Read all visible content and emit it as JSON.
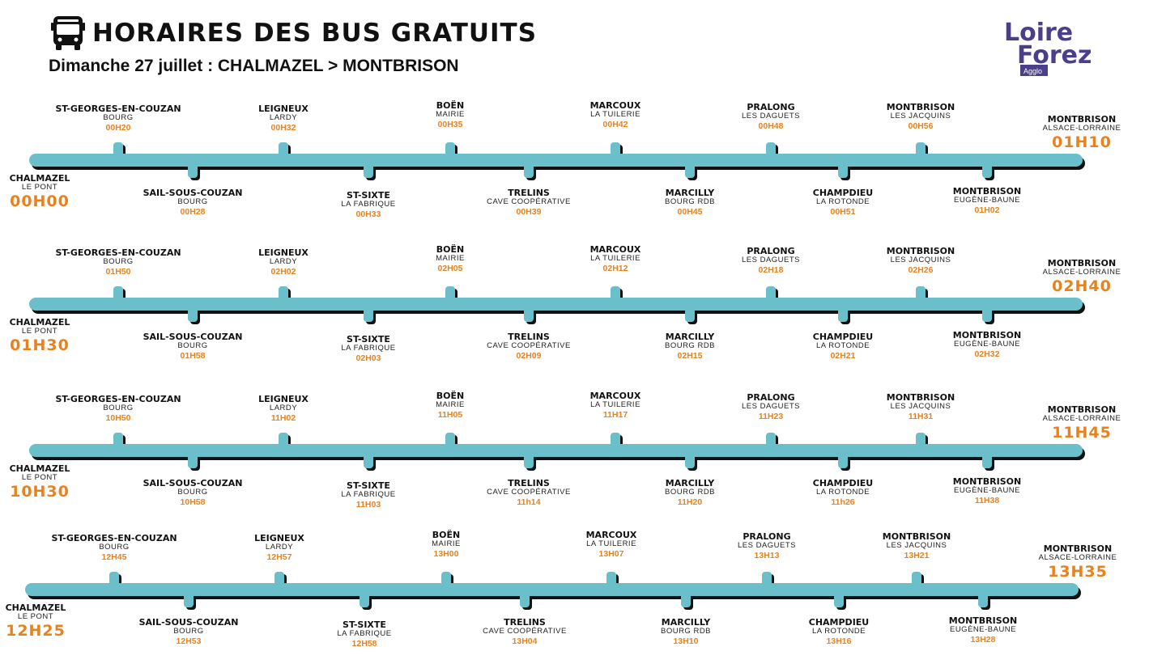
{
  "header": {
    "title": "HORAIRES DES BUS GRATUITS",
    "subtitle": "Dimanche 27 juillet : CHALMAZEL > MONTBRISON",
    "logo_line1": "Loire",
    "logo_line2": "Forez",
    "logo_badge": "Agglo"
  },
  "colors": {
    "line": "#6bbfca",
    "shadow": "#111111",
    "accent": "#e8821e",
    "logo": "#4b3f8c"
  },
  "rows": [
    {
      "start": {
        "name": "CHALMAZEL",
        "sub": "LE PONT",
        "time": "00H00"
      },
      "end": {
        "name": "MONTBRISON",
        "sub": "ALSACE-LORRAINE",
        "time": "01H10"
      },
      "top": [
        {
          "name": "ST-GEORGES-EN-COUZAN",
          "sub": "BOURG",
          "time": "00H20"
        },
        {
          "name": "LEIGNEUX",
          "sub": "LARDY",
          "time": "00H32"
        },
        {
          "name": "BOËN",
          "sub": "MAIRIE",
          "time": "00H35"
        },
        {
          "name": "MARCOUX",
          "sub": "LA TUILERIE",
          "time": "00H42"
        },
        {
          "name": "PRALONG",
          "sub": "LES DAGUETS",
          "time": "00H48"
        },
        {
          "name": "MONTBRISON",
          "sub": "LES JACQUINS",
          "time": "00H56"
        }
      ],
      "bottom": [
        {
          "name": "SAIL-SOUS-COUZAN",
          "sub": "BOURG",
          "time": "00H28"
        },
        {
          "name": "ST-SIXTE",
          "sub": "LA FABRIQUE",
          "time": "00H33"
        },
        {
          "name": "TRELINS",
          "sub": "CAVE COOPÉRATIVE",
          "time": "00H39"
        },
        {
          "name": "MARCILLY",
          "sub": "BOURG RDB",
          "time": "00H45"
        },
        {
          "name": "CHAMPDIEU",
          "sub": "LA ROTONDE",
          "time": "00H51"
        },
        {
          "name": "MONTBRISON",
          "sub": "EUGÈNE-BAUNE",
          "time": "01H02"
        }
      ]
    },
    {
      "start": {
        "name": "CHALMAZEL",
        "sub": "LE PONT",
        "time": "01H30"
      },
      "end": {
        "name": "MONTBRISON",
        "sub": "ALSACE-LORRAINE",
        "time": "02H40"
      },
      "top": [
        {
          "name": "ST-GEORGES-EN-COUZAN",
          "sub": "BOURG",
          "time": "01H50"
        },
        {
          "name": "LEIGNEUX",
          "sub": "LARDY",
          "time": "02H02"
        },
        {
          "name": "BOËN",
          "sub": "MAIRIE",
          "time": "02H05"
        },
        {
          "name": "MARCOUX",
          "sub": "LA TUILERIE",
          "time": "02H12"
        },
        {
          "name": "PRALONG",
          "sub": "LES DAGUETS",
          "time": "02H18"
        },
        {
          "name": "MONTBRISON",
          "sub": "LES JACQUINS",
          "time": "02H26"
        }
      ],
      "bottom": [
        {
          "name": "SAIL-SOUS-COUZAN",
          "sub": "BOURG",
          "time": "01H58"
        },
        {
          "name": "ST-SIXTE",
          "sub": "LA FABRIQUE",
          "time": "02H03"
        },
        {
          "name": "TRELINS",
          "sub": "CAVE COOPÉRATIVE",
          "time": "02H09"
        },
        {
          "name": "MARCILLY",
          "sub": "BOURG RDB",
          "time": "02H15"
        },
        {
          "name": "CHAMPDIEU",
          "sub": "LA ROTONDE",
          "time": "02H21"
        },
        {
          "name": "MONTBRISON",
          "sub": "EUGÈNE-BAUNE",
          "time": "02H32"
        }
      ]
    },
    {
      "start": {
        "name": "CHALMAZEL",
        "sub": "LE PONT",
        "time": "10H30"
      },
      "end": {
        "name": "MONTBRISON",
        "sub": "ALSACE-LORRAINE",
        "time": "11H45"
      },
      "top": [
        {
          "name": "ST-GEORGES-EN-COUZAN",
          "sub": "BOURG",
          "time": "10H50"
        },
        {
          "name": "LEIGNEUX",
          "sub": "LARDY",
          "time": "11H02"
        },
        {
          "name": "BOËN",
          "sub": "MAIRIE",
          "time": "11H05"
        },
        {
          "name": "MARCOUX",
          "sub": "LA TUILERIE",
          "time": "11H17"
        },
        {
          "name": "PRALONG",
          "sub": "LES DAGUETS",
          "time": "11H23"
        },
        {
          "name": "MONTBRISON",
          "sub": "LES JACQUINS",
          "time": "11H31"
        }
      ],
      "bottom": [
        {
          "name": "SAIL-SOUS-COUZAN",
          "sub": "BOURG",
          "time": "10H58"
        },
        {
          "name": "ST-SIXTE",
          "sub": "LA FABRIQUE",
          "time": "11H03"
        },
        {
          "name": "TRELINS",
          "sub": "CAVE COOPÉRATIVE",
          "time": "11h14"
        },
        {
          "name": "MARCILLY",
          "sub": "BOURG RDB",
          "time": "11H20"
        },
        {
          "name": "CHAMPDIEU",
          "sub": "LA ROTONDE",
          "time": "11h26"
        },
        {
          "name": "MONTBRISON",
          "sub": "EUGÈNE-BAUNE",
          "time": "11H38"
        }
      ]
    },
    {
      "start": {
        "name": "CHALMAZEL",
        "sub": "LE PONT",
        "time": "12H25"
      },
      "end": {
        "name": "MONTBRISON",
        "sub": "ALSACE-LORRAINE",
        "time": "13H35"
      },
      "top": [
        {
          "name": "ST-GEORGES-EN-COUZAN",
          "sub": "BOURG",
          "time": "12H45"
        },
        {
          "name": "LEIGNEUX",
          "sub": "LARDY",
          "time": "12H57"
        },
        {
          "name": "BOËN",
          "sub": "MAIRIE",
          "time": "13H00"
        },
        {
          "name": "MARCOUX",
          "sub": "LA TUILERIE",
          "time": "13H07"
        },
        {
          "name": "PRALONG",
          "sub": "LES DAGUETS",
          "time": "13H13"
        },
        {
          "name": "MONTBRISON",
          "sub": "LES JACQUINS",
          "time": "13H21"
        }
      ],
      "bottom": [
        {
          "name": "SAIL-SOUS-COUZAN",
          "sub": "BOURG",
          "time": "12H53"
        },
        {
          "name": "ST-SIXTE",
          "sub": "LA FABRIQUE",
          "time": "12H58"
        },
        {
          "name": "TRELINS",
          "sub": "CAVE COOPÉRATIVE",
          "time": "13H04"
        },
        {
          "name": "MARCILLY",
          "sub": "BOURG RDB",
          "time": "13H10"
        },
        {
          "name": "CHAMPDIEU",
          "sub": "LA ROTONDE",
          "time": "13H16"
        },
        {
          "name": "MONTBRISON",
          "sub": "EUGÈNE-BAUNE",
          "time": "13H28"
        }
      ]
    }
  ]
}
